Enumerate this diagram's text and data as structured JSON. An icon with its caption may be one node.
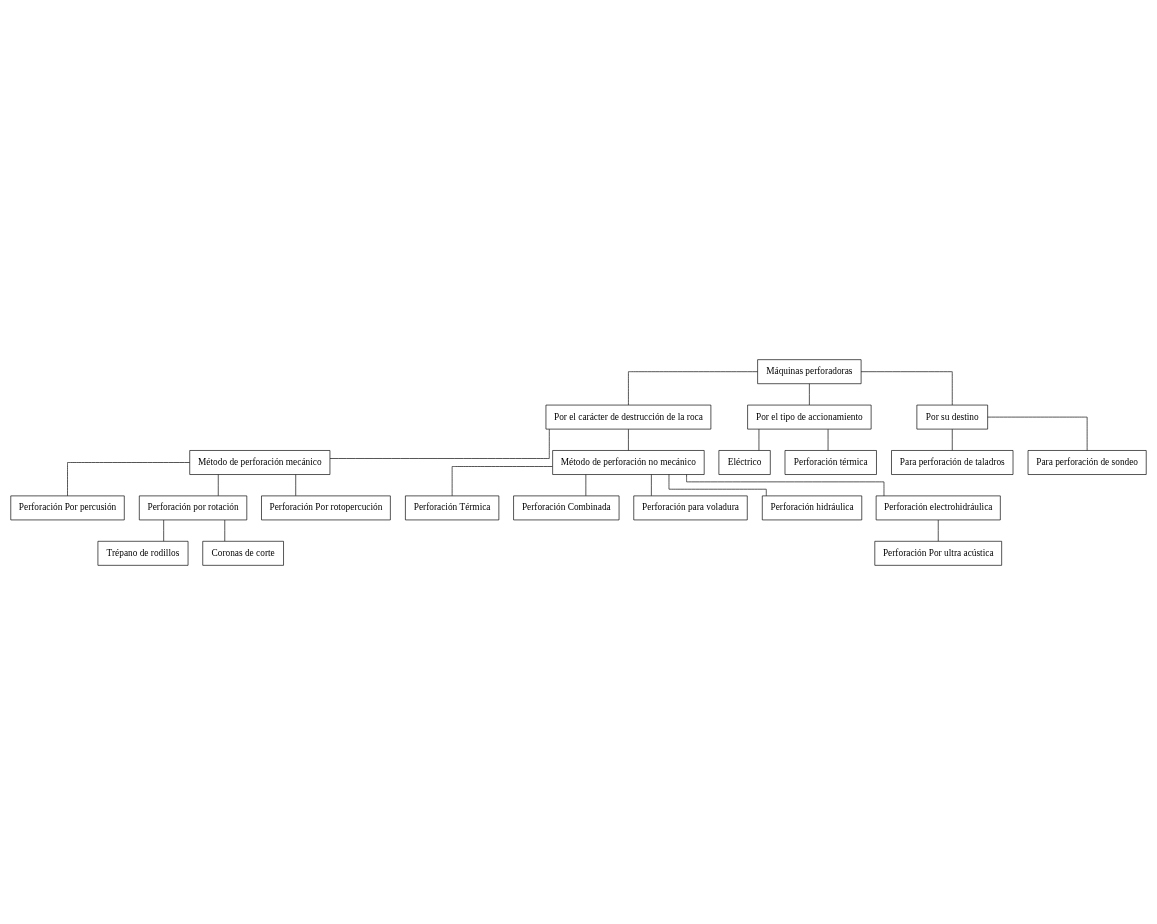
{
  "diagram": {
    "nodes": [
      {
        "text": [
          "Máquinas perforadoras"
        ]
      },
      {
        "text": [
          "Por el carácter de destrucción de la roca"
        ]
      },
      {
        "text": [
          "Por el tipo de accionamiento"
        ]
      },
      {
        "text": [
          "Por su destino"
        ]
      },
      {
        "text": [
          "Método de perforación mecánico"
        ]
      },
      {
        "text": [
          "Método de perforación no mecánico"
        ]
      },
      {
        "text": [
          "Eléctrico"
        ]
      },
      {
        "text": [
          "Para perforación de taladros"
        ]
      },
      {
        "text": [
          "Perforación Por percusión"
        ]
      },
      {
        "text": [
          "Perforación Térmica"
        ]
      },
      {
        "text": [
          "Perforación Combinada"
        ]
      },
      {
        "text": [
          "Perforación térmica"
        ]
      },
      {
        "text": [
          "Para perforación de sondeo"
        ]
      },
      {
        "text": [
          "Perforación por rotación"
        ]
      },
      {
        "text": [
          "Perforación para voladura"
        ]
      },
      {
        "text": [
          "Perforación hidráulica"
        ]
      },
      {
        "text": [
          "Trépano de rodillos"
        ]
      },
      {
        "text": [
          "Coronas de corte"
        ]
      },
      {
        "text": [
          "Perforación electrohidráulica"
        ]
      },
      {
        "text": [
          "Perforación Por ultra acústica"
        ]
      },
      {
        "text": [
          "Perforación Por rotopercución"
        ]
      }
    ],
    "edges": [
      {
        "from": 0,
        "to": 1,
        "arrow": "none"
      },
      {
        "from": 0,
        "to": 2,
        "arrow": "none"
      },
      {
        "from": 0,
        "to": 3,
        "arrow": "none"
      },
      {
        "from": 1,
        "to": 4,
        "arrow": "none"
      },
      {
        "from": 1,
        "to": 5,
        "arrow": "none"
      },
      {
        "from": 2,
        "to": 6,
        "arrow": "none"
      },
      {
        "from": 2,
        "to": 11,
        "arrow": "none"
      },
      {
        "from": 3,
        "to": 7,
        "arrow": "none"
      },
      {
        "from": 3,
        "to": 12,
        "arrow": "none"
      },
      {
        "from": 4,
        "to": 8,
        "arrow": "none"
      },
      {
        "from": 4,
        "to": 13,
        "arrow": "none"
      },
      {
        "from": 4,
        "to": 20,
        "arrow": "none"
      },
      {
        "from": 5,
        "to": 9,
        "arrow": "none"
      },
      {
        "from": 5,
        "to": 10,
        "arrow": "none"
      },
      {
        "from": 5,
        "to": 14,
        "arrow": "none"
      },
      {
        "from": 5,
        "to": 15,
        "arrow": "none"
      },
      {
        "from": 5,
        "to": 18,
        "arrow": "none"
      },
      {
        "from": 13,
        "to": 16,
        "arrow": "none"
      },
      {
        "from": 13,
        "to": 17,
        "arrow": "none"
      },
      {
        "from": 18,
        "to": 19,
        "arrow": "none"
      }
    ]
  }
}
